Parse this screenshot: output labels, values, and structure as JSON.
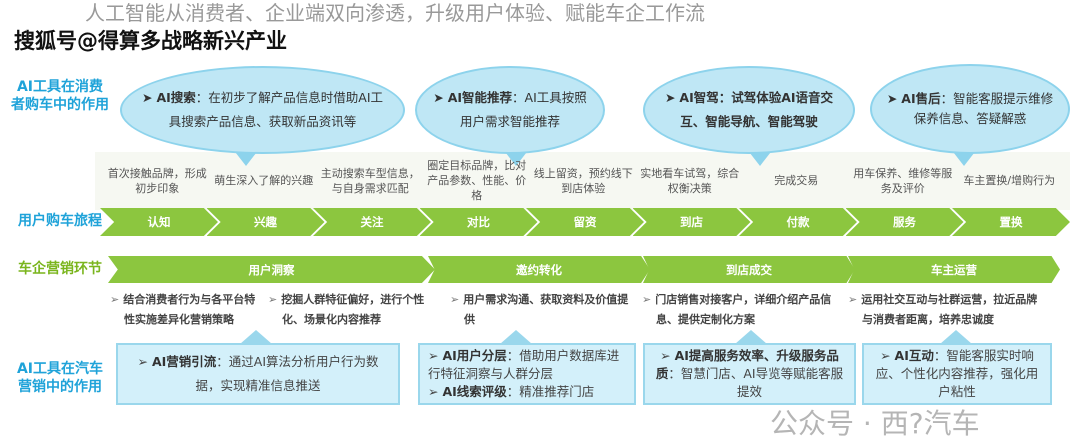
{
  "title": "人工智能从消费者、企业端双向渗透，升级用户体验、赋能车企工作流",
  "watermark_top": "搜狐号@得算多战略新兴产业",
  "watermark_bottom": "公众号 · 西?汽车",
  "labels": {
    "consumer_ai": "AI工具在消费者购车中的作用",
    "journey": "用户购车旅程",
    "marketing": "车企营销环节",
    "marketing_ai": "AI工具在汽车营销中的作用"
  },
  "bubbles": [
    {
      "head": "AI搜索",
      "text": "：在初步了解产品信息时借助AI工具搜索产品信息、获取新品资讯等"
    },
    {
      "head": "AI智能推荐",
      "text": "：AI工具按照用户需求智能推荐"
    },
    {
      "head": "AI智驾",
      "text": "：试驾体验AI语音交互、智能导航、智能驾驶"
    },
    {
      "head": "AI售后",
      "text": "：智能客服提示维修保养信息、答疑解惑"
    }
  ],
  "stages": [
    {
      "label": "认知",
      "desc": "首次接触品牌，形成初步印象"
    },
    {
      "label": "兴趣",
      "desc": "萌生深入了解的兴趣"
    },
    {
      "label": "关注",
      "desc": "主动搜索车型信息，与自身需求匹配"
    },
    {
      "label": "对比",
      "desc": "圈定目标品牌，比对产品参数、性能、价格"
    },
    {
      "label": "留资",
      "desc": "线上留资，预约线下到店体验"
    },
    {
      "label": "到店",
      "desc": "实地看车试驾，综合权衡决策"
    },
    {
      "label": "付款",
      "desc": "完成交易"
    },
    {
      "label": "服务",
      "desc": "用车保养、维修等服务及评价"
    },
    {
      "label": "置换",
      "desc": "车主置换/增购行为"
    }
  ],
  "marketing": [
    {
      "label": "用户洞察",
      "bullets": [
        "结合消费者行为与各平台特性实施差异化营销策略",
        "挖掘人群特征偏好，进行个性化、场景化内容推荐"
      ]
    },
    {
      "label": "邀约转化",
      "bullets": [
        "用户需求沟通、获取资料及价值提供"
      ]
    },
    {
      "label": "到店成交",
      "bullets": [
        "门店销售对接客户，详细介绍产品信息、提供定制化方案"
      ]
    },
    {
      "label": "车主运营",
      "bullets": [
        "运用社交互动与社群运营，拉近品牌与消费者距离，培养忠诚度"
      ]
    }
  ],
  "ai_boxes": [
    [
      {
        "head": "AI营销引流",
        "text": "：通过AI算法分析用户行为数据，实现精准信息推送"
      }
    ],
    [
      {
        "head": "AI用户分层",
        "text": "：借助用户数据库进行特征洞察与人群分层"
      },
      {
        "head": "AI线索评级",
        "text": "：精准推荐门店"
      }
    ],
    [
      {
        "head": "AI提高服务效率、升级服务品质",
        "text": "：智慧门店、AI导览等赋能客服提效"
      }
    ],
    [
      {
        "head": "AI互动",
        "text": "：智能客服实时响应、个性化内容推荐，强化用户粘性"
      }
    ]
  ]
}
